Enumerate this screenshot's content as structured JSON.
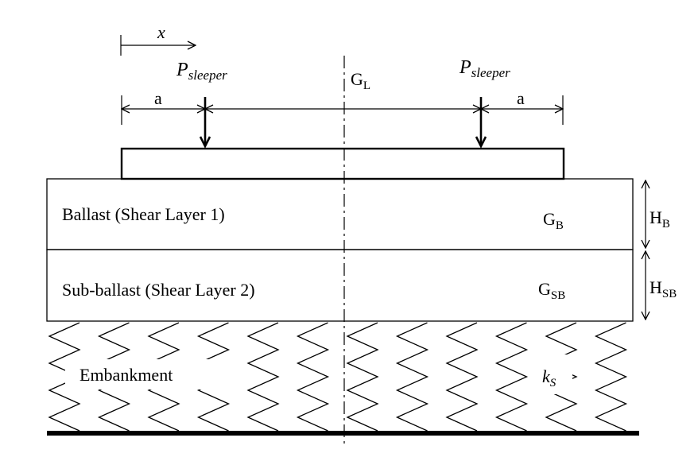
{
  "labels": {
    "x_axis": "x",
    "load_left": {
      "main": "P",
      "sub": "sleeper"
    },
    "load_right": {
      "main": "P",
      "sub": "sleeper"
    },
    "centerline": {
      "main": "G",
      "sub": "L"
    },
    "offset_left": "a",
    "offset_right": "a",
    "ballast_layer": "Ballast (Shear Layer 1)",
    "ballast_modulus": {
      "main": "G",
      "sub": "B"
    },
    "ballast_height": {
      "main": "H",
      "sub": "B"
    },
    "subballast_layer": "Sub-ballast (Shear Layer 2)",
    "subballast_modulus": {
      "main": "G",
      "sub": "SB"
    },
    "subballast_height": {
      "main": "H",
      "sub": "SB"
    },
    "embankment": "Embankment",
    "spring_stiffness": {
      "main": "k",
      "sub": "S"
    }
  }
}
